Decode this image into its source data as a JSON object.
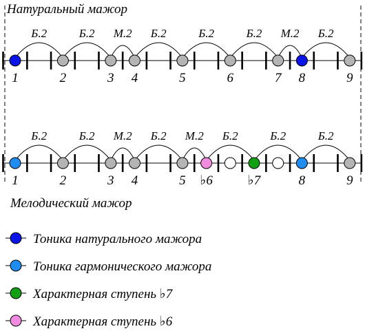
{
  "colors": {
    "tonic_natural": "#0a14e6",
    "tonic_harmonic": "#1e8cf0",
    "degree_flat7": "#12a012",
    "degree_flat6": "#f08ce0",
    "degree": "#b4b4b4",
    "empty": "#ffffff"
  },
  "natural": {
    "title": "Натуральный мажор",
    "notes": [
      {
        "pos": 0,
        "label": "1",
        "type": "tonic_natural"
      },
      {
        "pos": 2,
        "label": "2",
        "type": "degree"
      },
      {
        "pos": 4,
        "label": "3",
        "type": "degree"
      },
      {
        "pos": 5,
        "label": "4",
        "type": "degree"
      },
      {
        "pos": 7,
        "label": "5",
        "type": "degree"
      },
      {
        "pos": 9,
        "label": "6",
        "type": "degree"
      },
      {
        "pos": 11,
        "label": "7",
        "type": "degree"
      },
      {
        "pos": 12,
        "label": "8",
        "type": "tonic_natural"
      },
      {
        "pos": 14,
        "label": "9",
        "type": "degree"
      }
    ],
    "intervals": [
      {
        "from": 0,
        "to": 2,
        "label": "Б.2"
      },
      {
        "from": 2,
        "to": 4,
        "label": "Б.2"
      },
      {
        "from": 4,
        "to": 5,
        "label": "М.2"
      },
      {
        "from": 5,
        "to": 7,
        "label": "Б.2"
      },
      {
        "from": 7,
        "to": 9,
        "label": "Б.2"
      },
      {
        "from": 9,
        "to": 11,
        "label": "Б.2"
      },
      {
        "from": 11,
        "to": 12,
        "label": "М.2"
      },
      {
        "from": 12,
        "to": 14,
        "label": "Б.2"
      }
    ]
  },
  "melodic": {
    "title": "Мелодический мажор",
    "notes": [
      {
        "pos": 0,
        "label": "1",
        "type": "tonic_harmonic"
      },
      {
        "pos": 2,
        "label": "2",
        "type": "degree"
      },
      {
        "pos": 4,
        "label": "3",
        "type": "degree"
      },
      {
        "pos": 5,
        "label": "4",
        "type": "degree"
      },
      {
        "pos": 7,
        "label": "5",
        "type": "degree"
      },
      {
        "pos": 8,
        "label": "♭6",
        "type": "degree_flat6"
      },
      {
        "pos": 9,
        "label": "",
        "type": "empty"
      },
      {
        "pos": 10,
        "label": "♭7",
        "type": "degree_flat7"
      },
      {
        "pos": 11,
        "label": "",
        "type": "empty"
      },
      {
        "pos": 12,
        "label": "8",
        "type": "tonic_harmonic"
      },
      {
        "pos": 14,
        "label": "9",
        "type": "degree"
      }
    ],
    "intervals": [
      {
        "from": 0,
        "to": 2,
        "label": "Б.2"
      },
      {
        "from": 2,
        "to": 4,
        "label": "Б.2"
      },
      {
        "from": 4,
        "to": 5,
        "label": "М.2"
      },
      {
        "from": 5,
        "to": 7,
        "label": "Б.2"
      },
      {
        "from": 7,
        "to": 8,
        "label": "М.2"
      },
      {
        "from": 8,
        "to": 10,
        "label": "Б.2"
      },
      {
        "from": 10,
        "to": 12,
        "label": "Б.2"
      },
      {
        "from": 12,
        "to": 14,
        "label": "Б.2"
      }
    ]
  },
  "legend": [
    {
      "type": "tonic_natural",
      "text": "Тоника натурального мажора"
    },
    {
      "type": "tonic_harmonic",
      "text": "Тоника гармонического мажора"
    },
    {
      "type": "degree_flat7",
      "text": "Характерная ступень  ♭7"
    },
    {
      "type": "degree_flat6",
      "text": "Характерная ступень  ♭6"
    }
  ]
}
